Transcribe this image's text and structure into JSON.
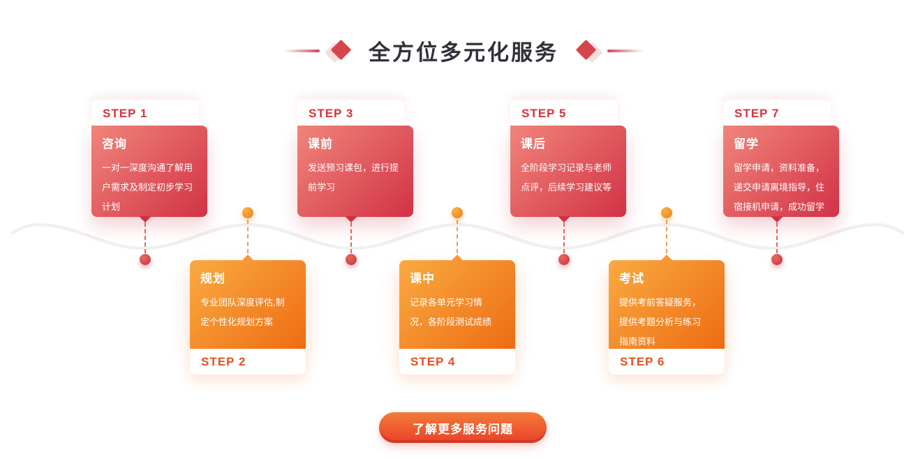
{
  "header": {
    "title": "全方位多元化服务"
  },
  "steps": [
    {
      "label": "STEP 1",
      "title": "咨询",
      "desc": "一对一深度沟通了解用户需求及制定初步学习计划"
    },
    {
      "label": "STEP 2",
      "title": "规划",
      "desc": "专业团队深度评估,制定个性化规划方案"
    },
    {
      "label": "STEP 3",
      "title": "课前",
      "desc": "发送预习课包，进行提前学习"
    },
    {
      "label": "STEP 4",
      "title": "课中",
      "desc": "记录各单元学习情况，各阶段测试成绩"
    },
    {
      "label": "STEP 5",
      "title": "课后",
      "desc": "全阶段学习记录与老师点评，后续学习建议等"
    },
    {
      "label": "STEP 6",
      "title": "考试",
      "desc": "提供考前答疑服务，提供考题分析与练习指南资料"
    },
    {
      "label": "STEP 7",
      "title": "留学",
      "desc": "留学申请，资料准备，递交申请离境指导，住宿接机申请，成功留学"
    }
  ],
  "cta": {
    "label": "了解更多服务问题"
  },
  "colors": {
    "step_red_text": "#D5323E",
    "step_orange_text": "#E5501F",
    "card_red_gradient_start": "#F0857B",
    "card_red_gradient_end": "#D23245",
    "card_orange_gradient_start": "#F9AA42",
    "card_orange_gradient_end": "#EE6C12",
    "title_text": "#312F38",
    "accent_diamond": "#D8444E",
    "wave_line": "#F0EFF1"
  }
}
